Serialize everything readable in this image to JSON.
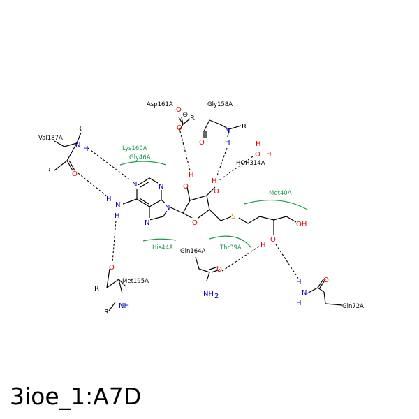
{
  "title": "3ioe_1:A7D",
  "colors": {
    "carbon": "#000000",
    "nitrogen": "#0000c0",
    "oxygen": "#e00000",
    "sulfur": "#c8a000",
    "hydrophobic": "#1a9a4a",
    "hbond": "#000000"
  },
  "residues": {
    "asp161": "Asp161A",
    "gly158": "Gly158A",
    "val187": "Val187A",
    "lys160": "Lys160A",
    "gly46": "Gly46A",
    "hoh314": "HOH314A",
    "met40": "Met40A",
    "his44": "His44A",
    "gln164": "Gln164A",
    "thr39": "Thr39A",
    "met195": "Met195A",
    "gln72": "Gln72A"
  },
  "atoms": {
    "N": "N",
    "O": "O",
    "H": "H",
    "S": "S",
    "R": "R",
    "OH": "OH",
    "NH": "NH",
    "NH2": "NH",
    "sub2": "2",
    "minus": "⊖"
  }
}
